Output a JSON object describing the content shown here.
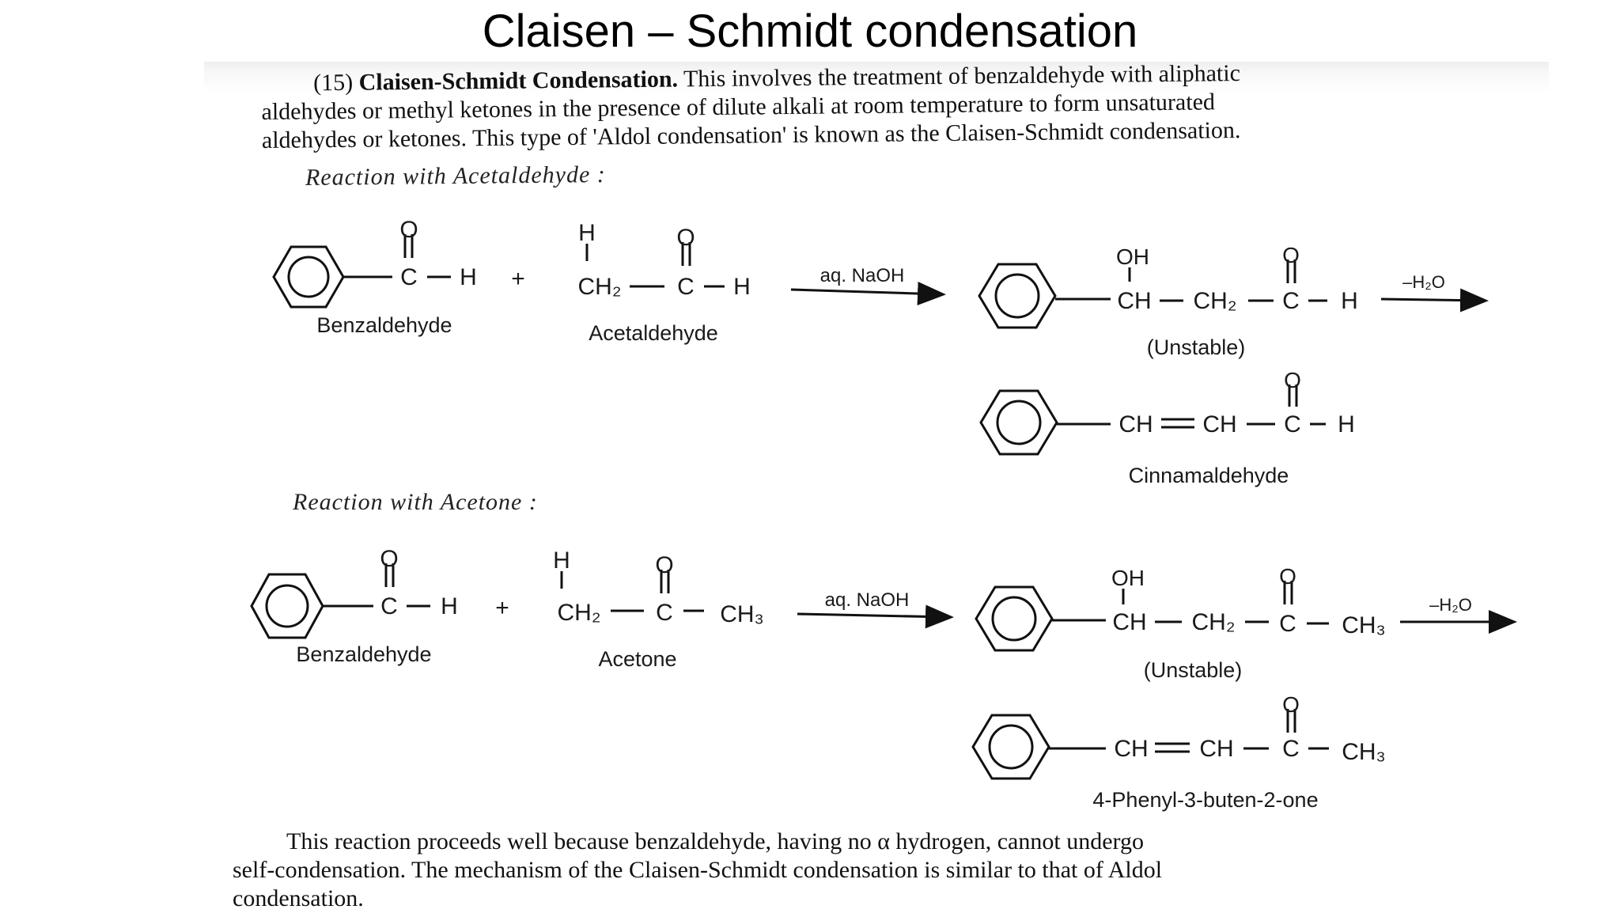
{
  "title": "Claisen – Schmidt condensation",
  "intro": {
    "number": "(15)",
    "bold": "Claisen-Schmidt Condensation.",
    "line1": "This involves the treatment of benzaldehyde with aliphatic",
    "line2": "aldehydes or methyl ketones in the presence of dilute alkali at room temperature to form unsaturated",
    "line3": "aldehydes or ketones. This type of 'Aldol condensation' is known as the Claisen-Schmidt condensation."
  },
  "reaction1": {
    "heading": "Reaction with Acetaldehyde :",
    "reactant1_label": "Benzaldehyde",
    "reactant2_label": "Acetaldehyde",
    "reagent": "aq. NaOH",
    "intermediate_label": "(Unstable)",
    "elimination": "–H₂O",
    "product_label": "Cinnamaldehyde"
  },
  "reaction2": {
    "heading": "Reaction with Acetone :",
    "reactant1_label": "Benzaldehyde",
    "reactant2_label": "Acetone",
    "reagent": "aq. NaOH",
    "intermediate_label": "(Unstable)",
    "elimination": "–H₂O",
    "product_label": "4-Phenyl-3-buten-2-one"
  },
  "formula_text": {
    "O": "O",
    "H": "H",
    "C": "C",
    "OH": "OH",
    "CH": "CH",
    "CH2": "CH₂",
    "CH3": "CH₃",
    "plus": "+"
  },
  "conclusion": {
    "line1": "This reaction proceeds well because benzaldehyde, having no α hydrogen, cannot undergo",
    "line2": "self-condensation. The mechanism of the Claisen-Schmidt condensation is similar to that of Aldol",
    "line3": "condensation."
  }
}
